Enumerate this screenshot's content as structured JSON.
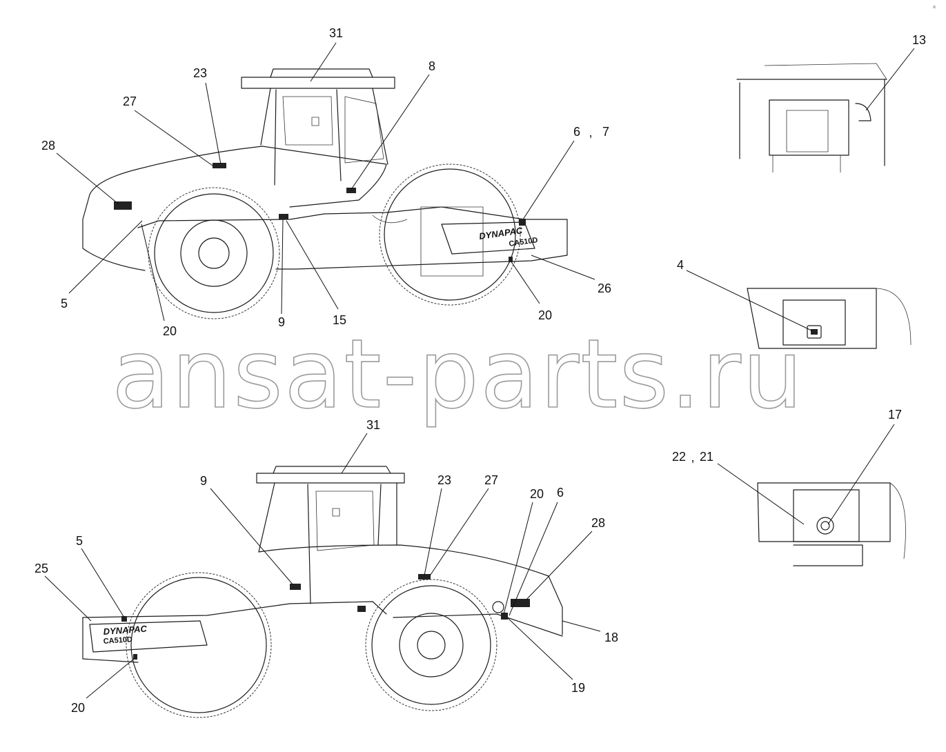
{
  "watermark": "ansat-parts.ru",
  "corner_mark": "a",
  "brand_label": "DYNAPAC",
  "model_label": "CA510D",
  "callouts": [
    {
      "id": "c-top-31",
      "text": "31"
    },
    {
      "id": "c-top-23",
      "text": "23"
    },
    {
      "id": "c-top-27",
      "text": "27"
    },
    {
      "id": "c-top-28",
      "text": "28"
    },
    {
      "id": "c-top-8",
      "text": "8"
    },
    {
      "id": "c-top-6",
      "text": "6"
    },
    {
      "id": "c-top-comma-67",
      "text": ","
    },
    {
      "id": "c-top-7",
      "text": "7"
    },
    {
      "id": "c-top-5",
      "text": "5"
    },
    {
      "id": "c-top-20a",
      "text": "20"
    },
    {
      "id": "c-top-9",
      "text": "9"
    },
    {
      "id": "c-top-15",
      "text": "15"
    },
    {
      "id": "c-top-20b",
      "text": "20"
    },
    {
      "id": "c-top-26",
      "text": "26"
    },
    {
      "id": "c-13",
      "text": "13"
    },
    {
      "id": "c-4",
      "text": "4"
    },
    {
      "id": "c-17",
      "text": "17"
    },
    {
      "id": "c-22",
      "text": "22"
    },
    {
      "id": "c-comma-2221",
      "text": ","
    },
    {
      "id": "c-21",
      "text": "21"
    },
    {
      "id": "c-bot-31",
      "text": "31"
    },
    {
      "id": "c-bot-9",
      "text": "9"
    },
    {
      "id": "c-bot-23",
      "text": "23"
    },
    {
      "id": "c-bot-27",
      "text": "27"
    },
    {
      "id": "c-bot-20a",
      "text": "20"
    },
    {
      "id": "c-bot-6",
      "text": "6"
    },
    {
      "id": "c-bot-28",
      "text": "28"
    },
    {
      "id": "c-bot-5",
      "text": "5"
    },
    {
      "id": "c-bot-25",
      "text": "25"
    },
    {
      "id": "c-bot-18",
      "text": "18"
    },
    {
      "id": "c-bot-19",
      "text": "19"
    },
    {
      "id": "c-bot-20b",
      "text": "20"
    }
  ]
}
